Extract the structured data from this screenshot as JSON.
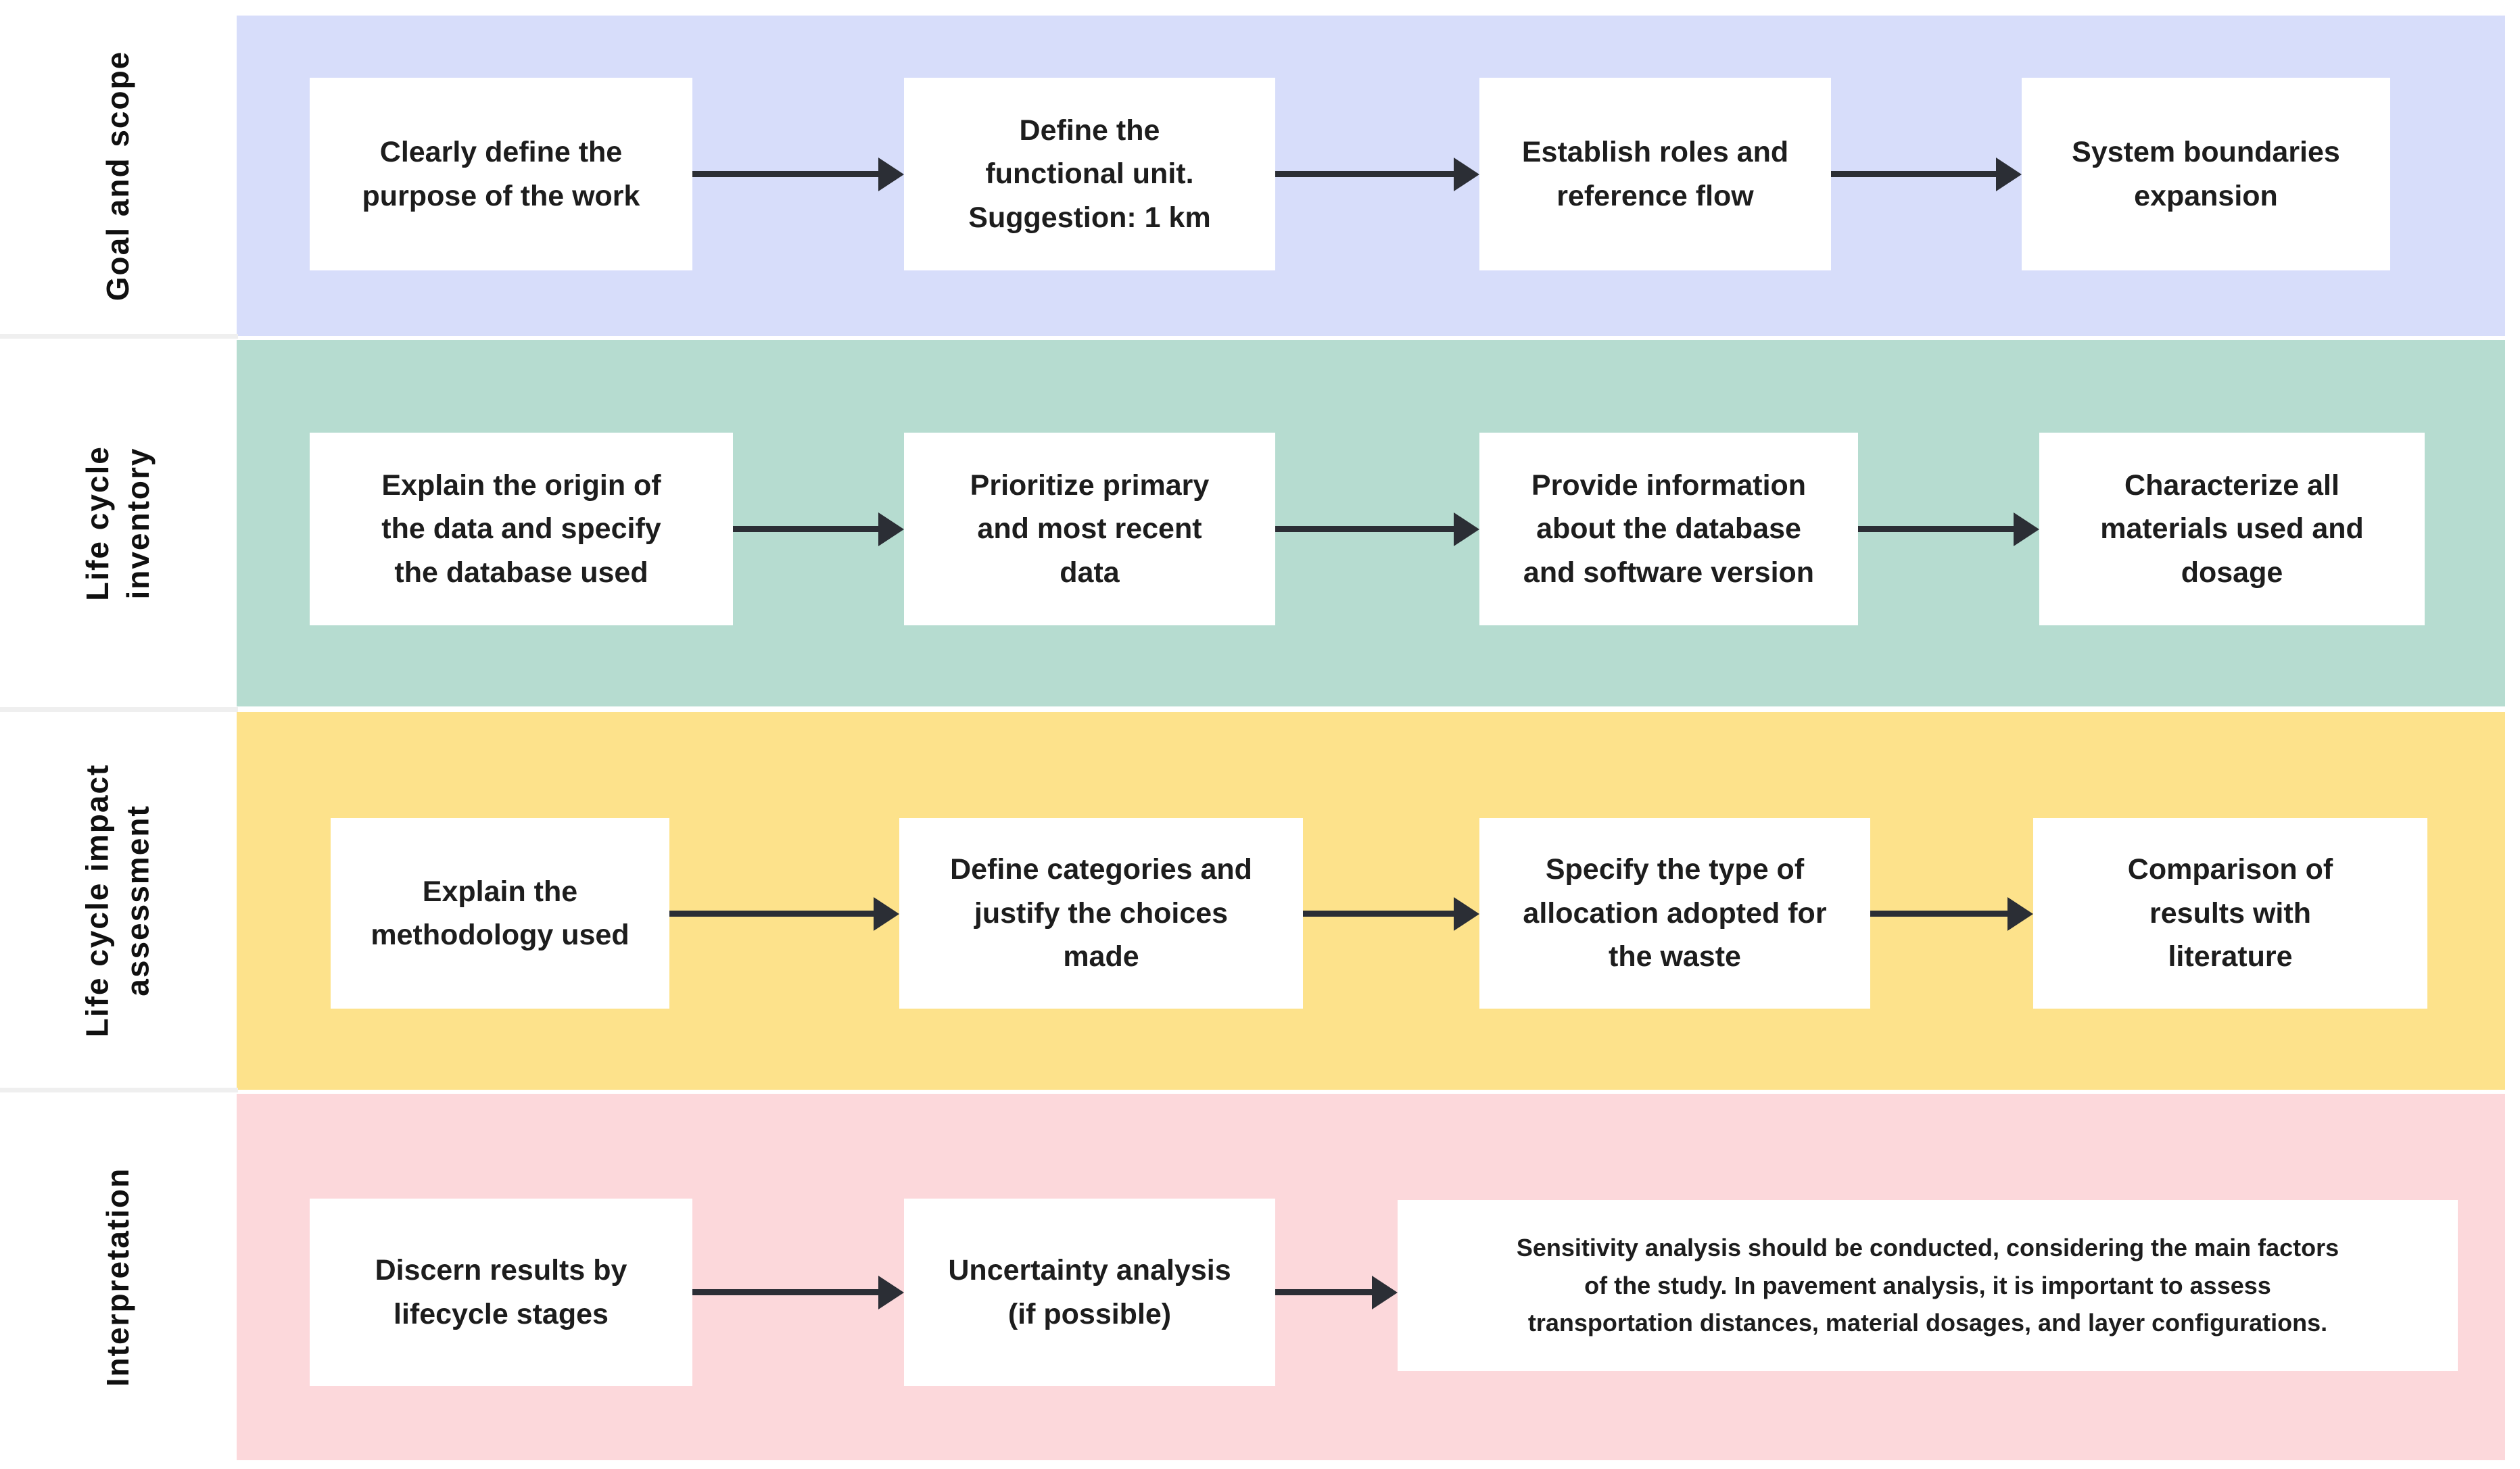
{
  "diagram_title": "Life cycle assessment recommendations flow",
  "colors": {
    "goal_and_scope_band": "#d7ddfa",
    "inventory_band": "#b6dcd0",
    "impact_assessment_band": "#fde28b",
    "interpretation_band": "#fcd8db",
    "arrow": "#2b2e35",
    "box_background": "#ffffff",
    "box_text": "#1d1d1d",
    "label_text": "#101010"
  },
  "rows": [
    {
      "label": "Goal and scope",
      "band_color": "#d7ddfa",
      "boxes": [
        {
          "text": "Clearly define the\npurpose of the work"
        },
        {
          "text": "Define the\nfunctional unit.\nSuggestion: 1 km"
        },
        {
          "text": "Establish roles and\nreference flow"
        },
        {
          "text": "System boundaries\nexpansion"
        }
      ]
    },
    {
      "label": "Life cycle\ninventory",
      "band_color": "#b6dcd0",
      "boxes": [
        {
          "text": "Explain the origin of\nthe data and specify\nthe database used"
        },
        {
          "text": "Prioritize primary\nand most recent\ndata"
        },
        {
          "text": "Provide information\nabout the database\nand software version"
        },
        {
          "text": "Characterize all\nmaterials used and\ndosage"
        }
      ]
    },
    {
      "label": "Life cycle impact\nassessment",
      "band_color": "#fde28b",
      "boxes": [
        {
          "text": "Explain the\nmethodology used"
        },
        {
          "text": "Define categories and\njustify the choices\nmade"
        },
        {
          "text": "Specify the type of\nallocation adopted for\nthe waste"
        },
        {
          "text": "Comparison of\nresults with\nliterature"
        }
      ]
    },
    {
      "label": "Interpretation",
      "band_color": "#fcd8db",
      "boxes": [
        {
          "text": "Discern results by\nlifecycle stages"
        },
        {
          "text": "Uncertainty analysis\n(if possible)"
        },
        {
          "text": "Sensitivity analysis should be conducted, considering the main factors\nof the study. In pavement analysis, it is important to assess\ntransportation distances, material dosages, and layer configurations."
        }
      ]
    }
  ]
}
